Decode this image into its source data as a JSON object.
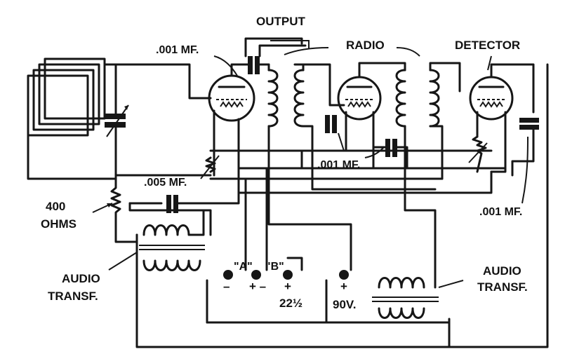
{
  "labels": {
    "output": "OUTPUT",
    "radio": "RADIO",
    "detector": "DETECTOR",
    "cap_output": ".001 MF.",
    "cap_grid": ".005 MF.",
    "cap_radio2": ".001 MF.",
    "cap_detector": ".001 MF.",
    "resistor_value": "400",
    "resistor_unit": "OHMS",
    "audio_transf_left_1": "AUDIO",
    "audio_transf_left_2": "TRANSF.",
    "audio_transf_right_1": "AUDIO",
    "audio_transf_right_2": "TRANSF.",
    "battery_a": "\"A\"",
    "battery_b": "\"B\"",
    "a_minus": "–",
    "a_plus_minus": "+ –",
    "b_plus": "+",
    "b_voltage": "22½",
    "high_plus": "+",
    "high_voltage": "90V."
  },
  "colors": {
    "ink": "#161616",
    "paper": "#ffffff"
  },
  "icons": [
    "loop-antenna-icon",
    "variable-capacitor-icon",
    "vacuum-tube-icon",
    "rheostat-icon",
    "transformer-coil-icon",
    "binding-post-icon",
    "output-jack-icon"
  ]
}
